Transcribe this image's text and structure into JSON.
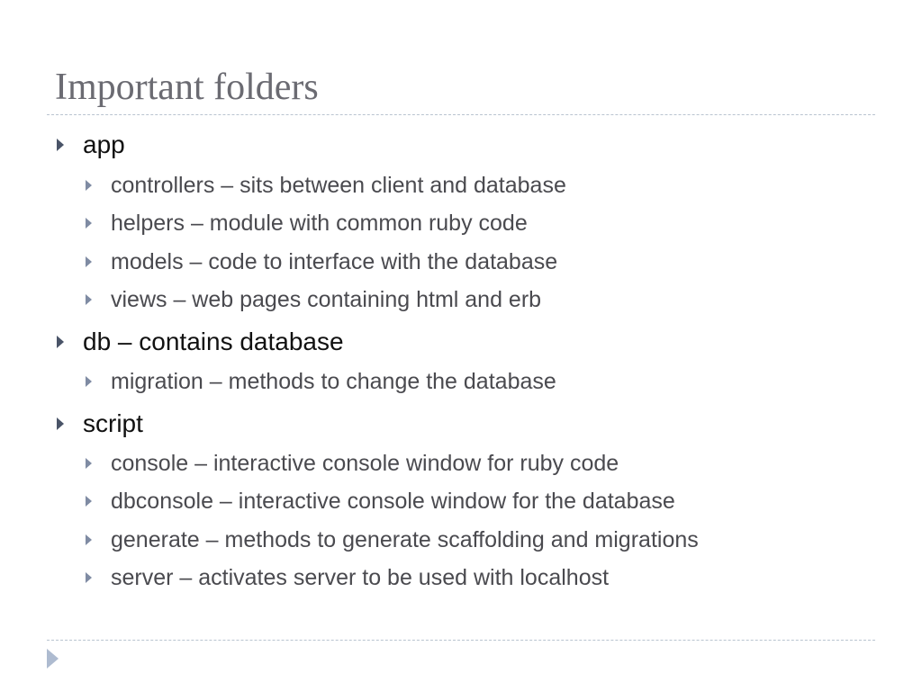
{
  "slide": {
    "title": "Important folders"
  },
  "outline": [
    {
      "level": 1,
      "text": "app"
    },
    {
      "level": 2,
      "text": "controllers – sits between client and database"
    },
    {
      "level": 2,
      "text": "helpers – module with common ruby code"
    },
    {
      "level": 2,
      "text": "models – code to interface with the database"
    },
    {
      "level": 2,
      "text": "views – web pages containing html and erb"
    },
    {
      "level": 1,
      "text": "db – contains database"
    },
    {
      "level": 2,
      "text": "migration – methods to change the database"
    },
    {
      "level": 1,
      "text": "script"
    },
    {
      "level": 2,
      "text": "console – interactive console window for ruby code"
    },
    {
      "level": 2,
      "text": "dbconsole – interactive console window for the database"
    },
    {
      "level": 2,
      "text": "generate – methods to generate scaffolding and migrations"
    },
    {
      "level": 2,
      "text": "server – activates server to be used with localhost"
    }
  ],
  "icons": {
    "bullet": "triangle-right-bullet-icon",
    "nav": "next-slide-arrow-icon"
  },
  "colors": {
    "title": "#6b6b72",
    "level1_text": "#111111",
    "level2_text": "#4a4a4f",
    "bullet": "#7f8ba3",
    "rule": "#b9c4d0"
  }
}
